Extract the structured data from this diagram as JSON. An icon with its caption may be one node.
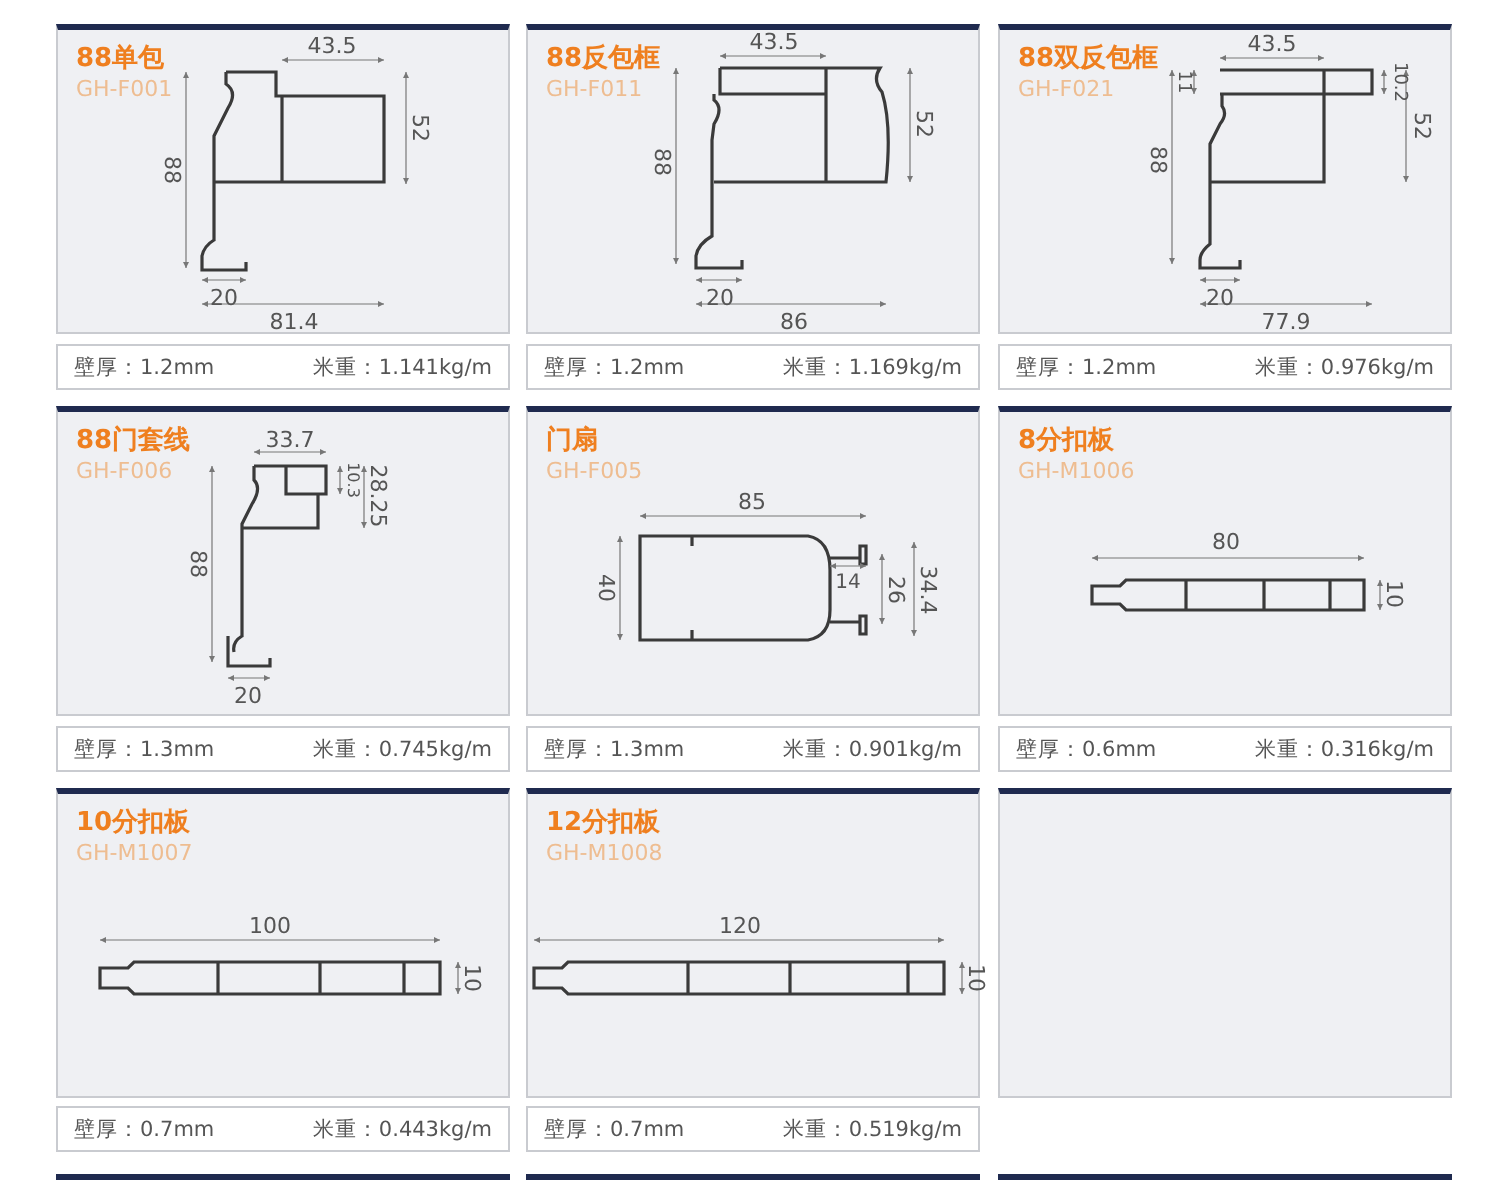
{
  "diagram": {
    "nodes": [
      {
        "text": [
          "88单包",
          "GH-F001"
        ]
      },
      {
        "text": [
          "壁厚：1.2mm",
          "米重：1.141kg/m"
        ]
      },
      {
        "text": [
          "88反包框",
          "GH-F011"
        ]
      },
      {
        "text": [
          "壁厚：1.2mm",
          "米重：1.169kg/m"
        ]
      },
      {
        "text": [
          "88双反包框",
          "GH-F021"
        ]
      },
      {
        "text": [
          "壁厚：1.2mm",
          "米重：0.976kg/m"
        ]
      },
      {
        "text": [
          "88门套线",
          "GH-F006"
        ]
      },
      {
        "text": [
          "壁厚：1.3mm",
          "米重：0.745kg/m"
        ]
      },
      {
        "text": [
          "门扇",
          "GH-F005"
        ]
      },
      {
        "text": [
          "壁厚：1.3mm",
          "米重：0.901kg/m"
        ]
      },
      {
        "text": [
          "8分扣板",
          "GH-M1006"
        ]
      },
      {
        "text": [
          "壁厚：0.6mm",
          "米重：0.316kg/m"
        ]
      },
      {
        "text": [
          "10分扣板",
          "GH-M1007"
        ]
      },
      {
        "text": [
          "壁厚：0.7mm",
          "米重：0.443kg/m"
        ]
      },
      {
        "text": [
          "12分扣板",
          "GH-M1008"
        ]
      },
      {
        "text": [
          "壁厚：0.7mm",
          "米重：0.519kg/m"
        ]
      },
      {
        "text": [],
        "shape": "box"
      }
    ],
    "edges": [],
    "labels": [
      "43.5",
      "52",
      "88",
      "20",
      "81.4",
      "43.5",
      "88",
      "52",
      "20",
      "86",
      "43.5",
      "11",
      "10.2",
      "52",
      "88",
      "20",
      "77.9",
      "33.7",
      "10.3",
      "28.25",
      "88",
      "20",
      "85",
      "40",
      "14",
      "26",
      "34.4",
      "80",
      "10",
      "100",
      "10",
      "120",
      "10"
    ]
  }
}
